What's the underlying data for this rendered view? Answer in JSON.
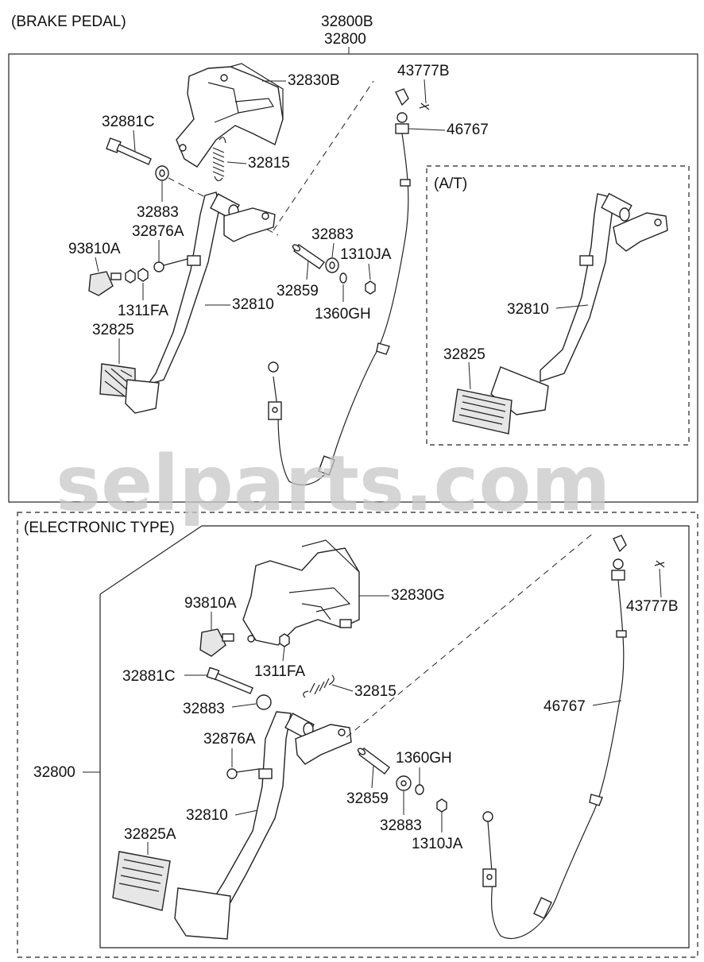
{
  "watermark": "selparts.com",
  "sections": {
    "brake_pedal": "(BRAKE PEDAL)",
    "at": "(A/T)",
    "electronic": "(ELECTRONIC TYPE)"
  },
  "top_assembly": {
    "main_line1": "32800B",
    "main_line2": "32800"
  },
  "labels_top": {
    "l32830B": "32830B",
    "l43777B": "43777B",
    "l46767": "46767",
    "l32881C": "32881C",
    "l32815": "32815",
    "l32883a": "32883",
    "l32876A": "32876A",
    "l93810A": "93810A",
    "l32883b": "32883",
    "l1310JA": "1310JA",
    "l32859": "32859",
    "l1360GH": "1360GH",
    "l1311FA": "1311FA",
    "l32810": "32810",
    "l32825": "32825"
  },
  "labels_at": {
    "l32810": "32810",
    "l32825": "32825"
  },
  "labels_bottom": {
    "l32830G": "32830G",
    "l93810A": "93810A",
    "l43777B": "43777B",
    "l1311FA": "1311FA",
    "l32881C": "32881C",
    "l32815": "32815",
    "l46767": "46767",
    "l32883a": "32883",
    "l32876A": "32876A",
    "l1360GH": "1360GH",
    "l32800": "32800",
    "l32859": "32859",
    "l32810": "32810",
    "l32883b": "32883",
    "l1310JA": "1310JA",
    "l32825A": "32825A"
  }
}
